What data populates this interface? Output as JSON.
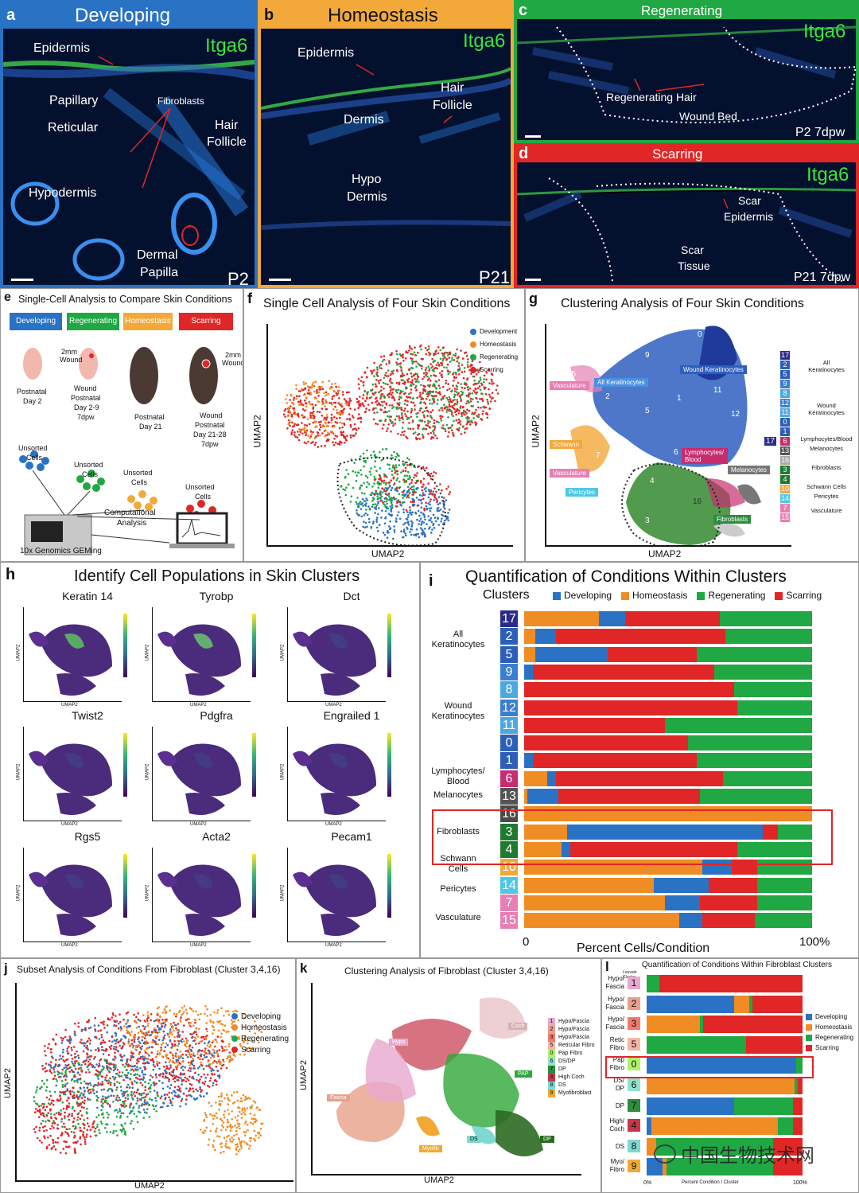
{
  "colors": {
    "developing": "#2a72c4",
    "homeostasis": "#f08c24",
    "regenerating": "#1fa843",
    "scarring": "#e02626",
    "pink": "#e62e8a"
  },
  "panel_a": {
    "letter": "a",
    "title": "Developing",
    "marker": "Itga6",
    "epidermis": "Epidermis",
    "papillary": "Papillary",
    "reticular": "Reticular",
    "hypodermis": "Hypodermis",
    "fibroblasts": "Fibroblasts",
    "hair": "Hair",
    "follicle": "Follicle",
    "dermal": "Dermal",
    "papilla": "Papilla",
    "age": "P2"
  },
  "panel_b": {
    "letter": "b",
    "title": "Homeostasis",
    "marker": "Itga6",
    "epidermis": "Epidermis",
    "dermis": "Dermis",
    "hair": "Hair",
    "follicle": "Follicle",
    "hypo": "Hypo",
    "hypo_dermis": "Dermis",
    "age": "P21"
  },
  "panel_c": {
    "letter": "c",
    "title": "Regenerating",
    "marker": "Itga6",
    "regen_hair": "Regenerating Hair",
    "wound_bed": "Wound Bed",
    "age": "P2 7dpw"
  },
  "panel_d": {
    "letter": "d",
    "title": "Scarring",
    "marker": "Itga6",
    "scar": "Scar",
    "scar_epidermis": "Epidermis",
    "scar_tissue_1": "Scar",
    "scar_tissue_2": "Tissue",
    "age": "P21 7dpw"
  },
  "panel_e": {
    "letter": "e",
    "title": "Single-Cell Analysis to Compare Skin Conditions",
    "conditions": [
      "Developing",
      "Regenerating",
      "Homeostasis",
      "Scarring"
    ],
    "wound_a": "2mm",
    "wound_b": "Wound",
    "mice": [
      [
        "Postnatal",
        "Day 2"
      ],
      [
        "Wound",
        "Postnatal",
        "Day 2-9",
        "7dpw"
      ],
      [
        "Postnatal",
        "Day 21"
      ],
      [
        "Wound",
        "Postnatal",
        "Day 21-28",
        "7dpw"
      ]
    ],
    "unsorted": [
      "Unsorted",
      "Cells"
    ],
    "computational": "Computational",
    "analysis": "Analysis",
    "machine": "10x Genomics GEMing"
  },
  "panel_f": {
    "letter": "f",
    "title": "Single Cell Analysis of Four Skin Conditions",
    "xlabel": "UMAP2",
    "ylabel": "UMAP2",
    "legend": [
      "Development",
      "Homeostasis",
      "Regenerating",
      "Scarring"
    ]
  },
  "panel_g": {
    "letter": "g",
    "title": "Clustering Analysis of Four Skin Conditions",
    "xlabel": "UMAP2",
    "ylabel": "UMAP2",
    "tags": [
      "Wound Keratinocytes",
      "All Keratinocytes",
      "Vasculature",
      "Schwann",
      "Vasculature",
      "Pericytes",
      "Lymphocytes/ Blood",
      "Melanocytes",
      "Fibroblasts"
    ],
    "numbers": [
      "0",
      "9",
      "2",
      "5",
      "1",
      "11",
      "8",
      "12",
      "15",
      "7",
      "6",
      "14",
      "4",
      "3",
      "16",
      "13",
      "17",
      "10"
    ],
    "legend_groups": [
      {
        "nums": [
          "17",
          "2",
          "5"
        ],
        "label": [
          "All",
          "Keratinocytes"
        ]
      },
      {
        "nums": [
          "9",
          "8",
          "12",
          "11",
          "0",
          "1"
        ],
        "label": [
          "Wound",
          "Keratinocytes"
        ]
      },
      {
        "nums": [
          "6"
        ],
        "label": [
          "Lymphocytes/Blood"
        ]
      },
      {
        "nums": [
          "13"
        ],
        "label": [
          "Melanocytes"
        ]
      },
      {
        "nums": [
          "16",
          "3",
          "4"
        ],
        "label": [
          "Fibroblasts"
        ]
      },
      {
        "nums": [
          "10"
        ],
        "label": [
          "Schwann Cells"
        ]
      },
      {
        "nums": [
          "14"
        ],
        "label": [
          "Pericytes"
        ]
      },
      {
        "nums": [
          "7",
          "15"
        ],
        "label": [
          "Vasculature"
        ]
      }
    ]
  },
  "panel_h": {
    "letter": "h",
    "title": "Identify Cell Populations in Skin Clusters",
    "axis": "UMAP2",
    "genes": [
      "Keratin 14",
      "Tyrobp",
      "Dct",
      "Twist2",
      "Pdgfra",
      "Engrailed 1",
      "Rgs5",
      "Acta2",
      "Pecam1"
    ]
  },
  "chart_data": [
    {
      "type": "bar",
      "title": "Quantification of Conditions Within Clusters",
      "xlabel": "Percent Cells/Condition",
      "ylabel": "Clusters",
      "xtick_labels": [
        "0",
        "100%"
      ],
      "series_names": [
        "Developing",
        "Homeostasis",
        "Regenerating",
        "Scarring"
      ],
      "categories": [
        "17",
        "2",
        "5",
        "9",
        "8",
        "12",
        "11",
        "0",
        "1",
        "6",
        "13",
        "16",
        "3",
        "4",
        "10",
        "14",
        "7",
        "15"
      ],
      "groups": [
        [
          "All",
          "Keratinocytes"
        ],
        [
          "Wound",
          "Keratinocytes"
        ],
        [
          "Lymphocytes/",
          "Blood"
        ],
        [
          "Melanocytes"
        ],
        [
          "Fibroblasts"
        ],
        [
          "Schwann",
          "Cells"
        ],
        [
          "Pericytes"
        ],
        [
          "Vasculature"
        ]
      ],
      "rows": [
        {
          "label": "17",
          "box": "#2b2b8c",
          "segs": [
            [
              "homeostasis",
              26
            ],
            [
              "developing",
              9
            ],
            [
              "scarring",
              33
            ],
            [
              "regenerating",
              32
            ]
          ]
        },
        {
          "label": "2",
          "box": "#2e5fb8",
          "segs": [
            [
              "homeostasis",
              4
            ],
            [
              "developing",
              7
            ],
            [
              "scarring",
              59
            ],
            [
              "regenerating",
              30
            ]
          ]
        },
        {
          "label": "5",
          "box": "#2e5fb8",
          "segs": [
            [
              "homeostasis",
              4
            ],
            [
              "developing",
              25
            ],
            [
              "scarring",
              31
            ],
            [
              "regenerating",
              40
            ]
          ]
        },
        {
          "label": "9",
          "box": "#3a7fd0",
          "segs": [
            [
              "developing",
              3
            ],
            [
              "scarring",
              63
            ],
            [
              "regenerating",
              34
            ]
          ]
        },
        {
          "label": "8",
          "box": "#4ea8e0",
          "segs": [
            [
              "scarring",
              73
            ],
            [
              "regenerating",
              27
            ]
          ]
        },
        {
          "label": "12",
          "box": "#3a7fd0",
          "segs": [
            [
              "scarring",
              74
            ],
            [
              "regenerating",
              26
            ]
          ]
        },
        {
          "label": "11",
          "box": "#4ea8e0",
          "segs": [
            [
              "scarring",
              49
            ],
            [
              "regenerating",
              51
            ]
          ]
        },
        {
          "label": "0",
          "box": "#2e5fb8",
          "segs": [
            [
              "scarring",
              57
            ],
            [
              "regenerating",
              43
            ]
          ]
        },
        {
          "label": "1",
          "box": "#2e5fb8",
          "segs": [
            [
              "developing",
              3
            ],
            [
              "scarring",
              57
            ],
            [
              "regenerating",
              40
            ]
          ]
        },
        {
          "label": "6",
          "box": "#c62d6f",
          "segs": [
            [
              "homeostasis",
              8
            ],
            [
              "developing",
              3
            ],
            [
              "scarring",
              58
            ],
            [
              "regenerating",
              31
            ]
          ]
        },
        {
          "label": "13",
          "box": "#555555",
          "segs": [
            [
              "homeostasis",
              1
            ],
            [
              "developing",
              11
            ],
            [
              "scarring",
              49
            ],
            [
              "regenerating",
              39
            ]
          ]
        },
        {
          "label": "16",
          "box": "#4a4a4a",
          "segs": [
            [
              "homeostasis",
              100
            ]
          ]
        },
        {
          "label": "3",
          "box": "#1f7a2f",
          "segs": [
            [
              "homeostasis",
              15
            ],
            [
              "developing",
              68
            ],
            [
              "scarring",
              5
            ],
            [
              "regenerating",
              12
            ]
          ]
        },
        {
          "label": "4",
          "box": "#1f7a2f",
          "segs": [
            [
              "homeostasis",
              13
            ],
            [
              "developing",
              3
            ],
            [
              "scarring",
              58
            ],
            [
              "regenerating",
              26
            ]
          ]
        },
        {
          "label": "10",
          "box": "#f3a93a",
          "segs": [
            [
              "homeostasis",
              62
            ],
            [
              "developing",
              10
            ],
            [
              "scarring",
              9
            ],
            [
              "regenerating",
              19
            ]
          ]
        },
        {
          "label": "14",
          "box": "#4ec7e6",
          "segs": [
            [
              "homeostasis",
              45
            ],
            [
              "developing",
              19
            ],
            [
              "scarring",
              17
            ],
            [
              "regenerating",
              19
            ]
          ]
        },
        {
          "label": "7",
          "box": "#e77fb4",
          "segs": [
            [
              "homeostasis",
              49
            ],
            [
              "developing",
              12
            ],
            [
              "scarring",
              20
            ],
            [
              "regenerating",
              19
            ]
          ]
        },
        {
          "label": "15",
          "box": "#e77fb4",
          "segs": [
            [
              "homeostasis",
              54
            ],
            [
              "developing",
              8
            ],
            [
              "scarring",
              18
            ],
            [
              "regenerating",
              20
            ]
          ]
        }
      ]
    },
    {
      "type": "bar",
      "title": "Quantification of Conditions Within Fibroblast Clusters",
      "xlabel": "Percent Condition / Cluster",
      "xtick_labels": [
        "0%",
        "100%"
      ],
      "ylabel": "Louvain Cluster",
      "series_names": [
        "Developing",
        "Homeostasis",
        "Regenerating",
        "Scarring"
      ],
      "rows": [
        {
          "name": [
            "Hypo/",
            "Fascia"
          ],
          "label": "1",
          "box": "#e8a8cf",
          "segs": [
            [
              "regenerating",
              8
            ],
            [
              "scarring",
              92
            ]
          ]
        },
        {
          "name": [
            "Hypo/",
            "Fascia"
          ],
          "label": "2",
          "box": "#e8a08a",
          "segs": [
            [
              "developing",
              56
            ],
            [
              "homeostasis",
              10
            ],
            [
              "regenerating",
              2
            ],
            [
              "scarring",
              32
            ]
          ]
        },
        {
          "name": [
            "Hypo/",
            "Fascia"
          ],
          "label": "3",
          "box": "#f07b6e",
          "segs": [
            [
              "homeostasis",
              34
            ],
            [
              "regenerating",
              2
            ],
            [
              "scarring",
              64
            ]
          ]
        },
        {
          "name": [
            "Retic",
            "Fibro"
          ],
          "label": "5",
          "box": "#f3b7a4",
          "segs": [
            [
              "regenerating",
              64
            ],
            [
              "scarring",
              36
            ]
          ]
        },
        {
          "name": [
            "Pap",
            "Fibro"
          ],
          "label": "0",
          "box": "#aef26b",
          "segs": [
            [
              "developing",
              96
            ],
            [
              "regenerating",
              4
            ]
          ]
        },
        {
          "name": [
            "DS/",
            "DP"
          ],
          "label": "6",
          "box": "#8fe3cf",
          "segs": [
            [
              "homeostasis",
              95
            ],
            [
              "regenerating",
              2
            ],
            [
              "scarring",
              3
            ]
          ]
        },
        {
          "name": [
            "DP"
          ],
          "label": "7",
          "box": "#2c8d3e",
          "segs": [
            [
              "developing",
              56
            ],
            [
              "regenerating",
              38
            ],
            [
              "scarring",
              6
            ]
          ]
        },
        {
          "name": [
            "High/",
            "Coch"
          ],
          "label": "4",
          "box": "#c6374a",
          "segs": [
            [
              "developing",
              3
            ],
            [
              "homeostasis",
              81
            ],
            [
              "regenerating",
              10
            ],
            [
              "scarring",
              6
            ]
          ]
        },
        {
          "name": [
            "DS"
          ],
          "label": "8",
          "box": "#7ed9d0",
          "segs": [
            [
              "homeostasis",
              6
            ],
            [
              "regenerating",
              75
            ],
            [
              "scarring",
              19
            ]
          ]
        },
        {
          "name": [
            "Myo/",
            "Fibro"
          ],
          "label": "9",
          "box": "#f1a933",
          "segs": [
            [
              "developing",
              10
            ],
            [
              "homeostasis",
              3
            ],
            [
              "regenerating",
              68
            ],
            [
              "scarring",
              19
            ]
          ]
        }
      ]
    }
  ],
  "panel_i": {
    "letter": "i"
  },
  "panel_j": {
    "letter": "j",
    "title": "Subset Analysis of Conditions From Fibroblast (Cluster 3,4,16)",
    "xlabel": "UMAP2",
    "ylabel": "UMAP2",
    "legend": [
      "Developing",
      "Homeostasis",
      "Regenerating",
      "Scarring"
    ]
  },
  "panel_k": {
    "letter": "k",
    "title": "Clustering Analysis of Fibroblast (Cluster 3,4,16)",
    "xlabel": "UMAP2",
    "ylabel": "UMAP2",
    "legend": [
      [
        "1",
        "Hypo/Fascia",
        "#e8a8cf"
      ],
      [
        "2",
        "Hypo/Fascia",
        "#e8a08a"
      ],
      [
        "3",
        "Hypo/Fascia",
        "#f07b6e"
      ],
      [
        "5",
        "Reticular Fibro",
        "#f3b7a4"
      ],
      [
        "0",
        "Pap Fibro",
        "#aef26b"
      ],
      [
        "6",
        "DS/DP",
        "#8fe3cf"
      ],
      [
        "7",
        "DP",
        "#2c8d3e"
      ],
      [
        "4",
        "High Coch",
        "#c6374a"
      ],
      [
        "8",
        "DS",
        "#7ed9d0"
      ],
      [
        "9",
        "Myofibroblast",
        "#f1a933"
      ]
    ],
    "tags": [
      "Coch",
      "Hypo",
      "Fascia",
      "PAP",
      "DP",
      "DS",
      "Myofib"
    ]
  },
  "panel_l": {
    "letter": "l",
    "louvain": "Louvain Cluster",
    "legend": [
      "Developing",
      "Homeostasis",
      "Regenerating",
      "Scarring"
    ]
  },
  "watermark": "中国生物技术网"
}
